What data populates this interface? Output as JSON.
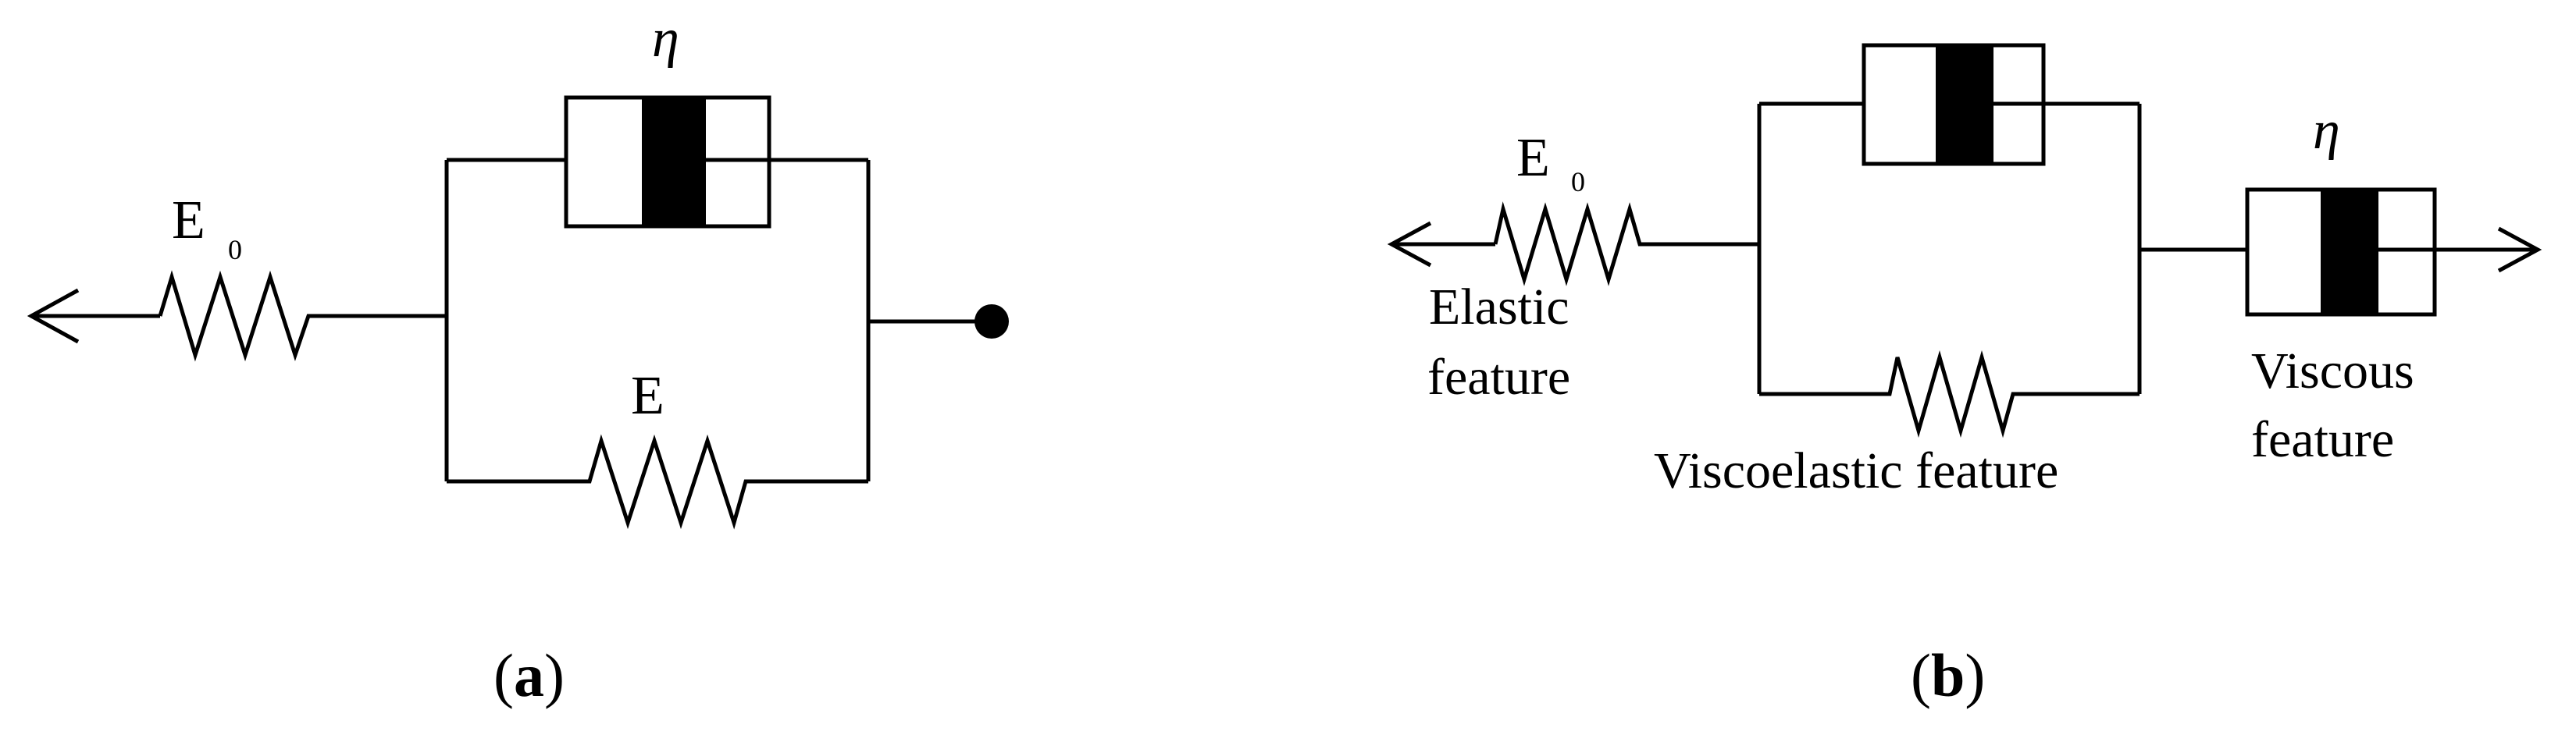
{
  "panel_a": {
    "spring_left_label": "E",
    "spring_left_subscript": "0",
    "dashpot_label": "η",
    "spring_bottom_label": "E",
    "caption_open": "(",
    "caption_letter": "a",
    "caption_close": ")"
  },
  "panel_b": {
    "spring_left_label": "E",
    "spring_left_subscript": "0",
    "dashpot_right_label": "η",
    "elastic_feature": [
      "Elastic",
      "feature"
    ],
    "viscoelastic_feature": "Viscoelastic feature",
    "viscous_feature": [
      "Viscous",
      "feature"
    ],
    "caption_open": "(",
    "caption_letter": "b",
    "caption_close": ")"
  }
}
